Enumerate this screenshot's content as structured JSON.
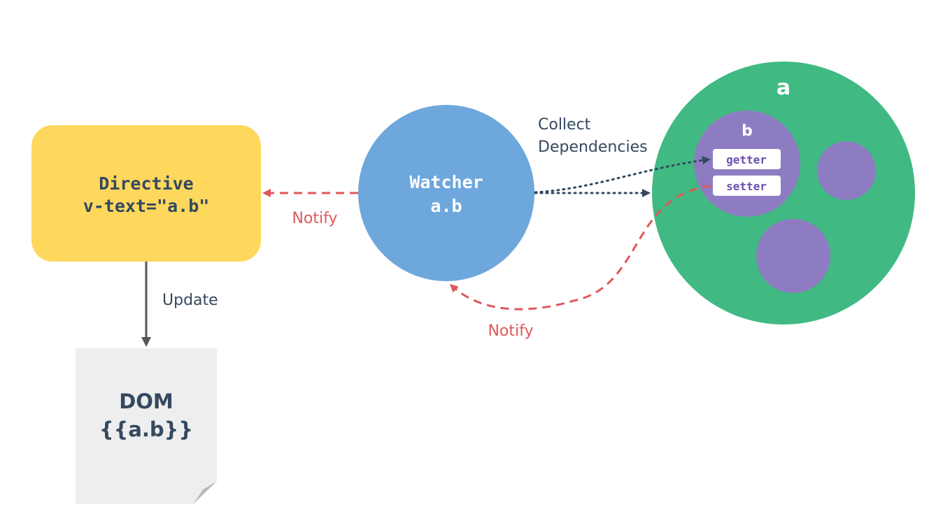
{
  "colors": {
    "directive_fill": "#FDD85D",
    "watcher_fill": "#6EA7DC",
    "data_object_fill": "#40B982",
    "property_fill": "#8E7CC3",
    "dom_fill": "#EEEEEE",
    "dark_text": "#34495E",
    "notify_red": "#E0585A",
    "dependency_navy": "#34495E",
    "update_arrow": "#555555"
  },
  "directive": {
    "title": "Directive",
    "code": "v-text=\"a.b\""
  },
  "watcher": {
    "title": "Watcher",
    "expr": "a.b"
  },
  "dom": {
    "title": "DOM",
    "template": "{{a.b}}"
  },
  "data_object": {
    "label": "a",
    "property": {
      "label": "b",
      "getter_label": "getter",
      "setter_label": "setter"
    }
  },
  "edges": {
    "collect_line1": "Collect",
    "collect_line2": "Dependencies",
    "notify_directive": "Notify",
    "notify_watcher": "Notify",
    "update": "Update"
  }
}
